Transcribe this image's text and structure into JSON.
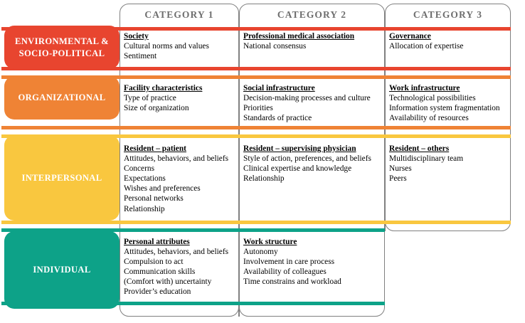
{
  "figure": {
    "type": "matrix-diagram",
    "column_headers": [
      "CATEGORY 1",
      "CATEGORY 2",
      "CATEGORY 3"
    ],
    "row_labels": [
      "ENVIRONMENTAL &\nSOCIO-POLITICAL",
      "ORGANIZATIONAL",
      "INTERPERSONAL",
      "INDIVIDUAL"
    ],
    "colors": {
      "environmental": "#E8452F",
      "organizational": "#EF8335",
      "interpersonal": "#F9C73F",
      "individual": "#0DA288",
      "border": "#808080",
      "header_text": "#6E6E6E",
      "body_text": "#000000"
    }
  },
  "rows": {
    "environmental": {
      "label_line1": "ENVIRONMENTAL &",
      "label_line2": "SOCIO-POLITICAL",
      "color": "#E8452F",
      "cells": [
        {
          "title": "Society",
          "items": [
            "Cultural norms and values",
            "Sentiment"
          ]
        },
        {
          "title": "Professional medical association",
          "items": [
            "National consensus"
          ]
        },
        {
          "title": "Governance",
          "items": [
            "Allocation of expertise"
          ]
        }
      ]
    },
    "organizational": {
      "label_line1": "ORGANIZATIONAL",
      "label_line2": "",
      "color": "#EF8335",
      "cells": [
        {
          "title": "Facility characteristics",
          "items": [
            "Type of practice",
            "Size of organization"
          ]
        },
        {
          "title": "Social infrastructure",
          "items": [
            "Decision-making processes and culture",
            "Priorities",
            "Standards of practice"
          ]
        },
        {
          "title": "Work infrastructure",
          "items": [
            "Technological possibilities",
            "Information system fragmentation",
            "Availability of resources"
          ]
        }
      ]
    },
    "interpersonal": {
      "label_line1": "INTERPERSONAL",
      "label_line2": "",
      "color": "#F9C73F",
      "cells": [
        {
          "title": "Resident – patient",
          "items": [
            "Attitudes, behaviors, and beliefs",
            "Concerns",
            "Expectations",
            "Wishes and preferences",
            "Personal networks",
            "Relationship"
          ]
        },
        {
          "title": "Resident – supervising physician",
          "items": [
            "Style of action, preferences, and beliefs",
            "Clinical expertise and knowledge",
            "Relationship"
          ]
        },
        {
          "title": "Resident – others",
          "items": [
            "Multidisciplinary team",
            "Nurses",
            "Peers"
          ]
        }
      ]
    },
    "individual": {
      "label_line1": "INDIVIDUAL",
      "label_line2": "",
      "color": "#0DA288",
      "cells": [
        {
          "title": "Personal attributes",
          "items": [
            "Attitudes, behaviors, and beliefs",
            "Compulsion to act",
            "Communication skills",
            "(Comfort with) uncertainty",
            "Provider’s education"
          ]
        },
        {
          "title": "Work structure",
          "items": [
            "Autonomy",
            "Involvement in care process",
            "Availability of colleagues",
            "Time constrains and workload"
          ]
        }
      ]
    }
  }
}
